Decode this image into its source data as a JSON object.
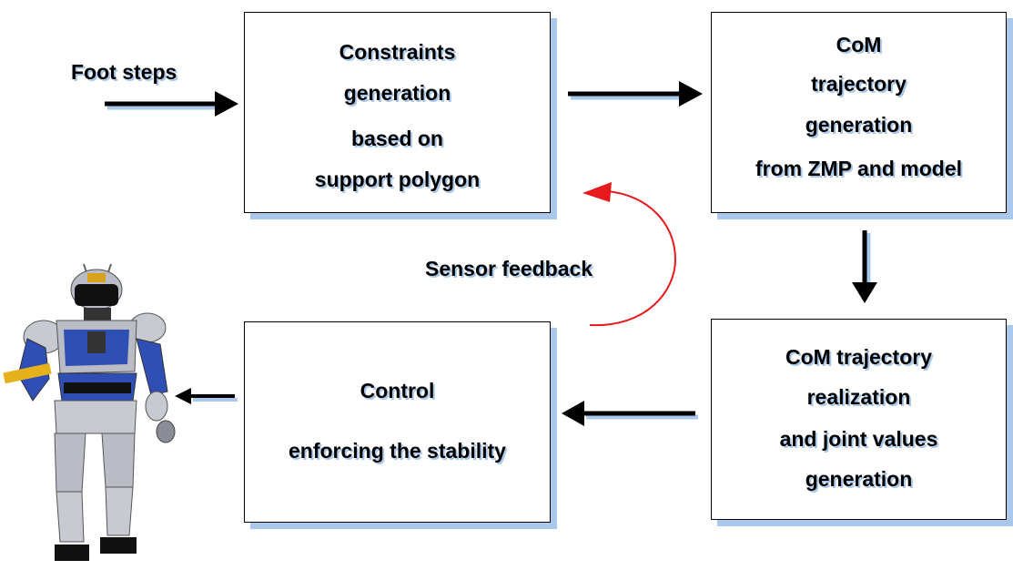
{
  "diagram": {
    "input_label": "Foot steps",
    "feedback_label": "Sensor feedback",
    "boxes": {
      "constraints": [
        "Constraints",
        "generation",
        "based on",
        "support polygon"
      ],
      "com_generation": [
        "CoM",
        "trajectory",
        "generation",
        "from ZMP and model"
      ],
      "com_realization": [
        "CoM trajectory",
        "realization",
        "and joint values",
        "generation"
      ],
      "control": [
        "Control",
        "enforcing the stability"
      ]
    },
    "colors": {
      "arrow": "#000000",
      "feedback_arrow": "#e8191c",
      "shadow": "#a9c8ec",
      "robot_blue": "#2f4fb5",
      "robot_silver": "#b9bcc4"
    },
    "illustration": "humanoid-robot"
  }
}
